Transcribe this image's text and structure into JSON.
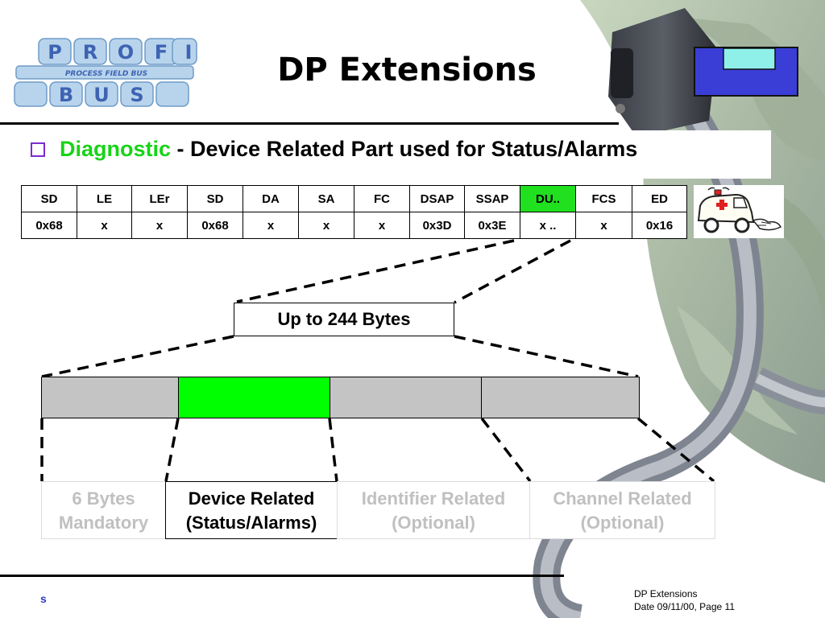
{
  "logo": {
    "top_letters": [
      "P",
      "R",
      "O",
      "F",
      "I"
    ],
    "middle_text": "PROCESS FIELD BUS",
    "bottom_letters": [
      "B",
      "U",
      "S"
    ]
  },
  "slide": {
    "title": "DP Extensions",
    "heading_highlight": "Diagnostic",
    "heading_rest": " - Device Related Part used for Status/Alarms"
  },
  "frame_table": {
    "headers": [
      "SD",
      "LE",
      "LEr",
      "SD",
      "DA",
      "SA",
      "FC",
      "DSAP",
      "SSAP",
      "DU..",
      "FCS",
      "ED"
    ],
    "values": [
      "0x68",
      "x",
      "x",
      "0x68",
      "x",
      "x",
      "x",
      "0x3D",
      "0x3E",
      "x ..",
      "x",
      "0x16"
    ],
    "highlight_column": "DU.."
  },
  "du_detail": {
    "label": "Up to 244 Bytes",
    "segments": [
      {
        "line1": "6 Bytes",
        "line2": "Mandatory",
        "status": "inactive"
      },
      {
        "line1": "Device Related",
        "line2": "(Status/Alarms)",
        "status": "active"
      },
      {
        "line1": "Identifier Related",
        "line2": "(Optional)",
        "status": "inactive"
      },
      {
        "line1": "Channel Related",
        "line2": "(Optional)",
        "status": "inactive"
      }
    ]
  },
  "colors": {
    "highlight_green": "#18d418",
    "segment_grey": "#c4c4c4",
    "inactive_text": "#c0c0c0",
    "bullet_purple": "#7a2bd0"
  },
  "icons": [
    "checkbox-bullet-icon",
    "ambulance-icon",
    "connector-plug-icon"
  ],
  "footer": {
    "mark": "s",
    "line1": "DP Extensions",
    "line2": "Date 09/11/00,  Page 11"
  }
}
